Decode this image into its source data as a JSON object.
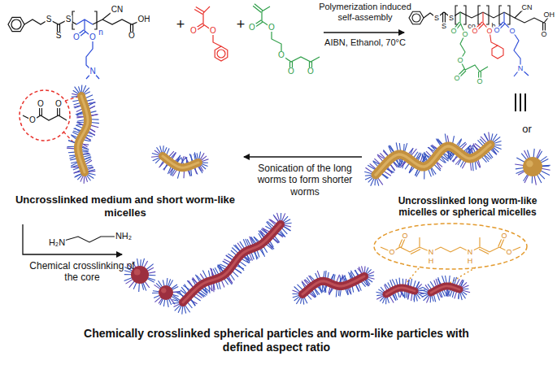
{
  "diagram": {
    "labels": [
      "S",
      "S",
      "S",
      "n",
      "O",
      "O",
      "N",
      "CN",
      "O",
      "OH",
      "+",
      "O",
      "O",
      "+",
      "O",
      "O",
      "O",
      "O",
      "O",
      "Polymerization induced self-assembly",
      "AIBN, Ethanol, 70°C",
      "S",
      "S",
      "S",
      "co",
      "b",
      "O",
      "O",
      "O",
      "O",
      "O",
      "O",
      "O",
      "O",
      "O",
      "N",
      "CN",
      "O",
      "OH",
      "or",
      "Uncrosslinked long worm-like micelles or spherical micelles",
      "Sonication of the long worms to form shorter worms",
      "O",
      "O",
      "O",
      "Uncrosslinked medium and short worm-like micelles",
      "H₂N",
      "NH₂",
      "Chemical crosslinking of the core",
      "O",
      "O",
      "N",
      "H",
      "N",
      "H",
      "O",
      "O",
      "Chemically crosslinked spherical particles and worm-like particles with defined aspect ratio"
    ]
  }
}
